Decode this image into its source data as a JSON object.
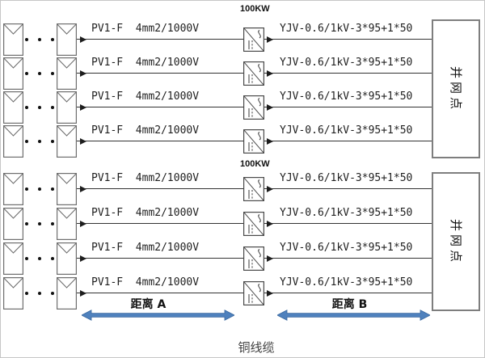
{
  "diagram_title": "铜线缆",
  "groups": [
    {
      "power_label": "100KW",
      "grid_point_label": "并网点",
      "rows": [
        {
          "dc_label": "PV1-F  4mm2/1000V",
          "ac_label": "YJV-0.6/1kV-3*95+1*50"
        },
        {
          "dc_label": "PV1-F  4mm2/1000V",
          "ac_label": "YJV-0.6/1kV-3*95+1*50"
        },
        {
          "dc_label": "PV1-F  4mm2/1000V",
          "ac_label": "YJV-0.6/1kV-3*95+1*50"
        },
        {
          "dc_label": "PV1-F  4mm2/1000V",
          "ac_label": "YJV-0.6/1kV-3*95+1*50"
        }
      ]
    },
    {
      "power_label": "100KW",
      "grid_point_label": "并网点",
      "rows": [
        {
          "dc_label": "PV1-F  4mm2/1000V",
          "ac_label": "YJV-0.6/1kV-3*95+1*50"
        },
        {
          "dc_label": "PV1-F  4mm2/1000V",
          "ac_label": "YJV-0.6/1kV-3*95+1*50"
        },
        {
          "dc_label": "PV1-F  4mm2/1000V",
          "ac_label": "YJV-0.6/1kV-3*95+1*50"
        },
        {
          "dc_label": "PV1-F  4mm2/1000V",
          "ac_label": "YJV-0.6/1kV-3*95+1*50"
        }
      ]
    }
  ],
  "distance": {
    "a": "距离 A",
    "b": "距离 B"
  },
  "icons": {
    "pv_module": "pv-module-icon (rectangle with chevron flap)",
    "inverter": "dc-ac-inverter-icon (box, diagonal, DC bars, AC sine)",
    "flow_arrowhead": "arrowhead-icon (solid right triangle)",
    "distance_arrow": "double-headed-arrow-icon"
  },
  "colors": {
    "line": "#333333",
    "symbol_border": "#6e6e6e",
    "grid_box_border": "#7e7e7e",
    "distance_arrow_fill": "#4f81bd",
    "distance_arrow_stroke": "#38679e",
    "text": "#1f1f1f"
  }
}
